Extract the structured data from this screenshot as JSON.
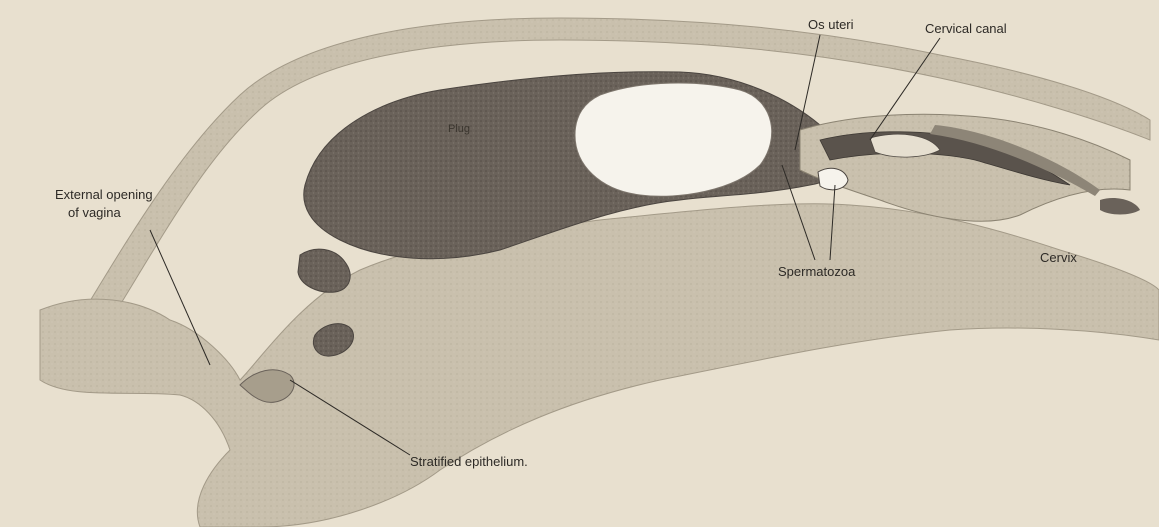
{
  "figure": {
    "labels": {
      "os_uteri": "Os uteri",
      "cervical_canal": "Cervical canal",
      "plug": "Plug",
      "external_opening_line1": "External opening",
      "external_opening_line2": "of vagina",
      "spermatozoa": "Spermatozoa",
      "cervix": "Cervix",
      "stratified_epithelium": "Stratified epithelium."
    }
  },
  "colors": {
    "background": "#e8e0cf",
    "tissue_light": "#c9c0ad",
    "tissue_dark": "#6a625a",
    "lumen": "#f6f3ec",
    "leader_line": "#2d2a26"
  }
}
